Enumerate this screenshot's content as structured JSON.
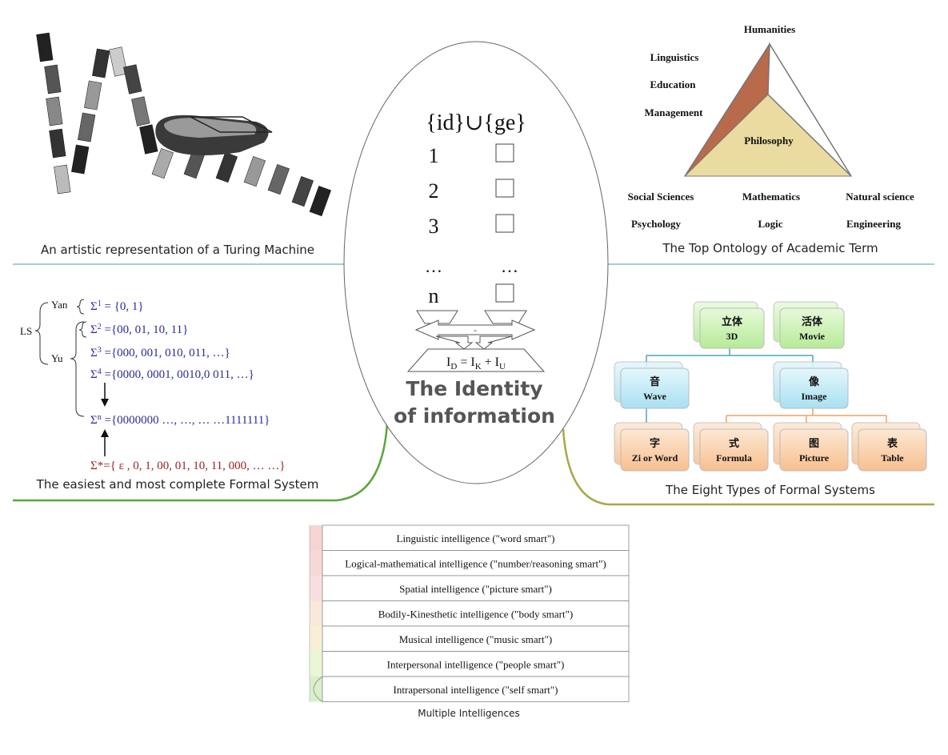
{
  "center": {
    "title_line1": "The Identity",
    "title_line2": "of information",
    "set_header": "{id}∪{ge}",
    "rows": [
      "1",
      "2",
      "3",
      "…",
      "n"
    ],
    "dots_right": "…",
    "formula": "ID = IK + IU",
    "formula_parts": {
      "i1": "I",
      "s1": "D",
      "eq": " = I",
      "s2": "K",
      "plus": " + I",
      "s3": "U"
    },
    "minus_sign": "-"
  },
  "turing": {
    "caption": "An artistic representation of a Turing Machine"
  },
  "ontology": {
    "caption": "The Top Ontology of Academic Term",
    "top": "Humanities",
    "left_terms": [
      "Linguistics",
      "Education",
      "Management"
    ],
    "center": "Philosophy",
    "bottom_row1": [
      "Social Sciences",
      "Mathematics",
      "Natural science"
    ],
    "bottom_row2": [
      "Psychology",
      "Logic",
      "Engineering"
    ]
  },
  "formal_system": {
    "caption": "The easiest and most complete Formal System",
    "ls": "LS",
    "yan": "Yan",
    "yu": "Yu",
    "lines": [
      {
        "sym": "Σ",
        "sup": "1",
        "rest": " = {0, 1}"
      },
      {
        "sym": "Σ",
        "sup": "2",
        "rest": " ={00, 01, 10, 11}"
      },
      {
        "sym": "Σ",
        "sup": "3",
        "rest": " ={000, 001, 010, 011, …}"
      },
      {
        "sym": "Σ",
        "sup": "4",
        "rest": " ={0000, 0001, 0010,0 011, …}"
      },
      {
        "sym": "Σ",
        "sup": "n",
        "rest": " ={0000000 …, …, … …1111111}"
      }
    ],
    "star_line": "Σ*={ ε , 0, 1, 00, 01, 10, 11, 000, … …}"
  },
  "eight_types": {
    "caption": "The Eight Types of Formal Systems",
    "top_boxes": [
      {
        "zh": "立体",
        "en": "3D"
      },
      {
        "zh": "活体",
        "en": "Movie"
      }
    ],
    "mid_boxes": [
      {
        "zh": "音",
        "en": "Wave"
      },
      {
        "zh": "像",
        "en": "Image"
      }
    ],
    "bottom_boxes": [
      {
        "zh": "字",
        "en": "Zi or Word"
      },
      {
        "zh": "式",
        "en": "Formula"
      },
      {
        "zh": "图",
        "en": "Picture"
      },
      {
        "zh": "表",
        "en": "Table"
      }
    ]
  },
  "intelligences": {
    "caption": "Multiple Intelligences",
    "rows": [
      "Linguistic intelligence (\"word smart\")",
      "Logical-mathematical intelligence (\"number/reasoning smart\")",
      "Spatial intelligence (\"picture smart\")",
      "Bodily-Kinesthetic intelligence (\"body smart\")",
      "Musical intelligence (\"music smart\")",
      "Interpersonal intelligence (\"people smart\")",
      "Intrapersonal intelligence (\"self smart\")"
    ]
  },
  "colors": {
    "line_teal": "#4a9aa8",
    "line_green": "#5aa63c",
    "line_olive": "#a8a84a",
    "formal_blue": "#2b2b9a",
    "formal_red": "#9a1f1f",
    "tri_beige": "#eadca0",
    "tri_brown": "#b86a4a",
    "box_green": "#c9f2b0",
    "box_blue": "#bde9f6",
    "box_orange": "#fbd2ae"
  }
}
